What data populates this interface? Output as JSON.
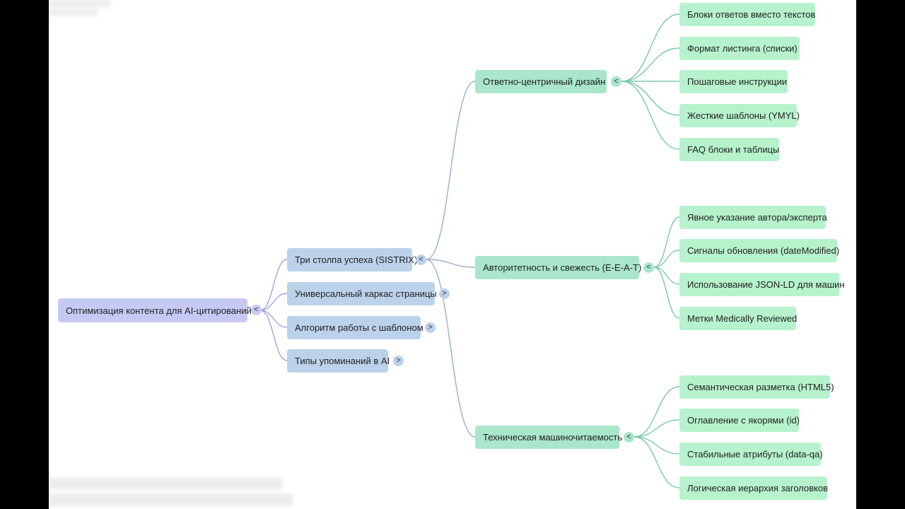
{
  "root": {
    "label": "Оптимизация контента для AI-цитирований",
    "toggle": "<"
  },
  "branches": [
    {
      "label": "Три столпа успеха (SISTRIX)",
      "toggle": "<"
    },
    {
      "label": "Универсальный каркас страницы",
      "toggle": ">"
    },
    {
      "label": "Алгоритм работы с шаблоном",
      "toggle": ">"
    },
    {
      "label": "Типы упоминаний в AI",
      "toggle": ">"
    }
  ],
  "pillars": [
    {
      "label": "Ответно-центричный дизайн",
      "toggle": "<",
      "children": [
        "Блоки ответов вместо текстов",
        "Формат листинга (списки)",
        "Пошаговые инструкции",
        "Жесткие шаблоны (YMYL)",
        "FAQ блоки и таблицы"
      ]
    },
    {
      "label": "Авторитетность и свежесть (E-E-A-T)",
      "toggle": "<",
      "children": [
        "Явное указание автора/эксперта",
        "Сигналы обновления (dateModified)",
        "Использование JSON-LD для машин",
        "Метки Medically Reviewed"
      ]
    },
    {
      "label": "Техническая машиночитаемость",
      "toggle": "<",
      "children": [
        "Семантическая разметка (HTML5)",
        "Оглавление с якорями (id)",
        "Стабильные атрибуты (data-qa)",
        "Логическая иерархия заголовков"
      ]
    }
  ],
  "colors": {
    "root": "#c7c9f5",
    "level1": "#bcd2ea",
    "level2": "#a9e6cb",
    "level3": "#b6f2cc",
    "link_root": "#9ea2e6",
    "link_level1": "#95b1cf",
    "link_level2": "#78c9a8"
  }
}
